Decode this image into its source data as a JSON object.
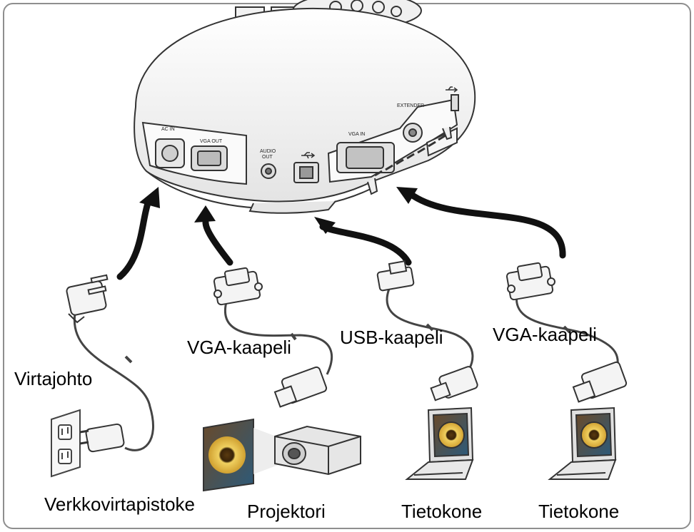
{
  "device": {
    "ports": {
      "ac_in": "AC IN",
      "vga_out": "VGA OUT",
      "audio_out_line1": "AUDIO",
      "audio_out_line2": "OUT",
      "vga_in": "VGA IN",
      "extender": "EXTENDER"
    }
  },
  "labels": {
    "power_cord": "Virtajohto",
    "vga_cable_1": "VGA-kaapeli",
    "usb_cable": "USB-kaapeli",
    "vga_cable_2": "VGA-kaapeli",
    "wall_outlet": "Verkkovirtapistoke",
    "projector": "Projektori",
    "computer_1": "Tietokone",
    "computer_2": "Tietokone"
  }
}
